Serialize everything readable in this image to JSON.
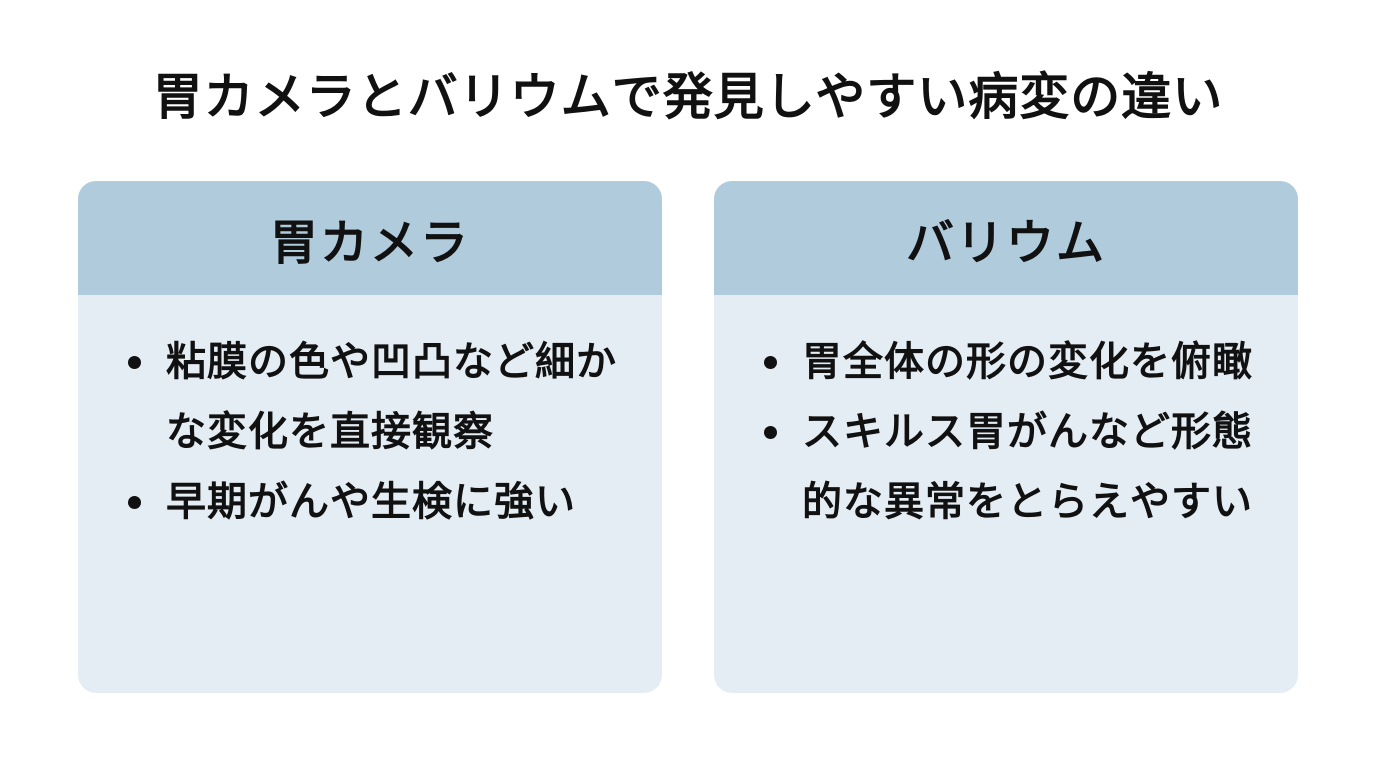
{
  "title": "胃カメラとバリウムで発見しやすい病変の違い",
  "cards": [
    {
      "heading": "胃カメラ",
      "items": [
        "粘膜の色や凹凸など細かな変化を直接観察",
        "早期がんや生検に強い"
      ]
    },
    {
      "heading": "バリウム",
      "items": [
        "胃全体の形の変化を俯瞰",
        "スキルス胃がんなど形態的な異常をとらえやすい"
      ]
    }
  ],
  "colors": {
    "header_bg": "#afcbdc",
    "body_bg": "#e5edf4",
    "text": "#111111"
  }
}
